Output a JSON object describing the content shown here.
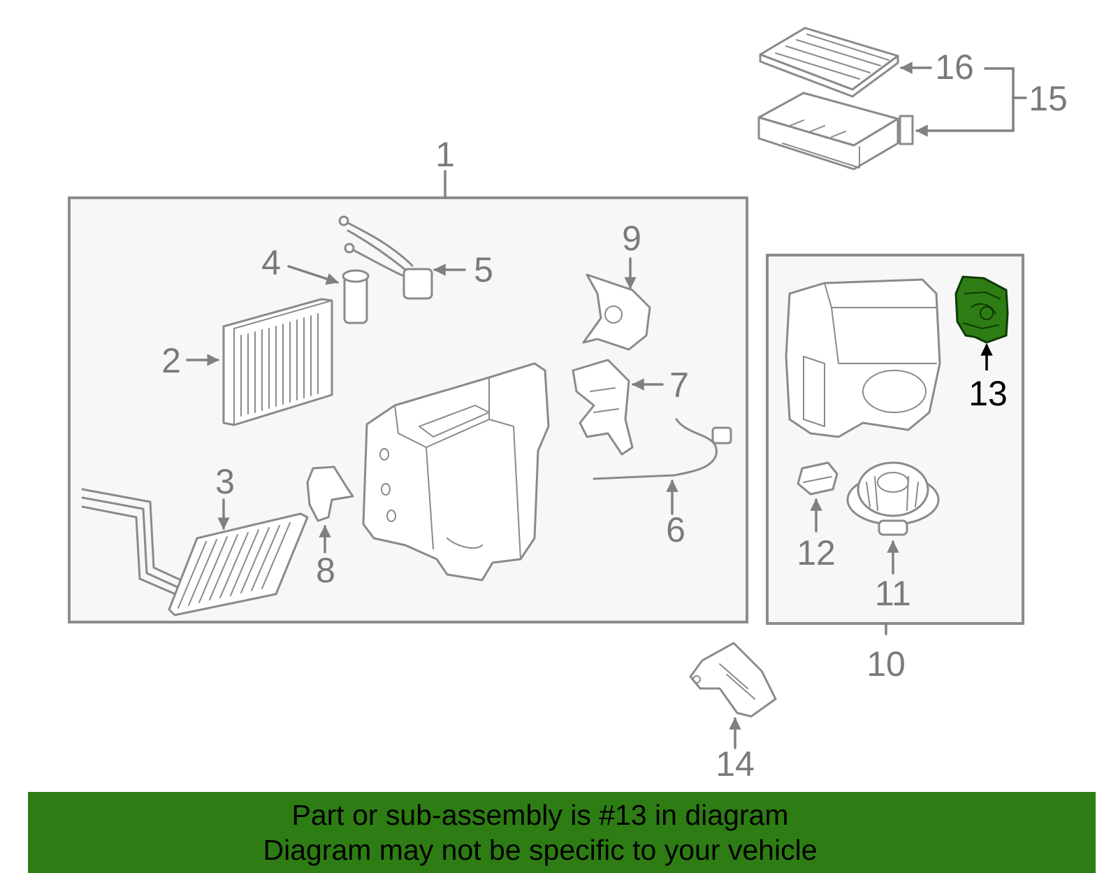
{
  "callouts": {
    "c1": "1",
    "c2": "2",
    "c3": "3",
    "c4": "4",
    "c5": "5",
    "c6": "6",
    "c7": "7",
    "c8": "8",
    "c9": "9",
    "c10": "10",
    "c11": "11",
    "c12": "12",
    "c13": "13",
    "c14": "14",
    "c15": "15",
    "c16": "16"
  },
  "highlight": {
    "part": "13",
    "color": "#2e7d14"
  },
  "banner": {
    "line1": "Part or sub-assembly is #13 in diagram",
    "line2": "Diagram may not be specific to your vehicle",
    "background": "#2e7d14"
  }
}
